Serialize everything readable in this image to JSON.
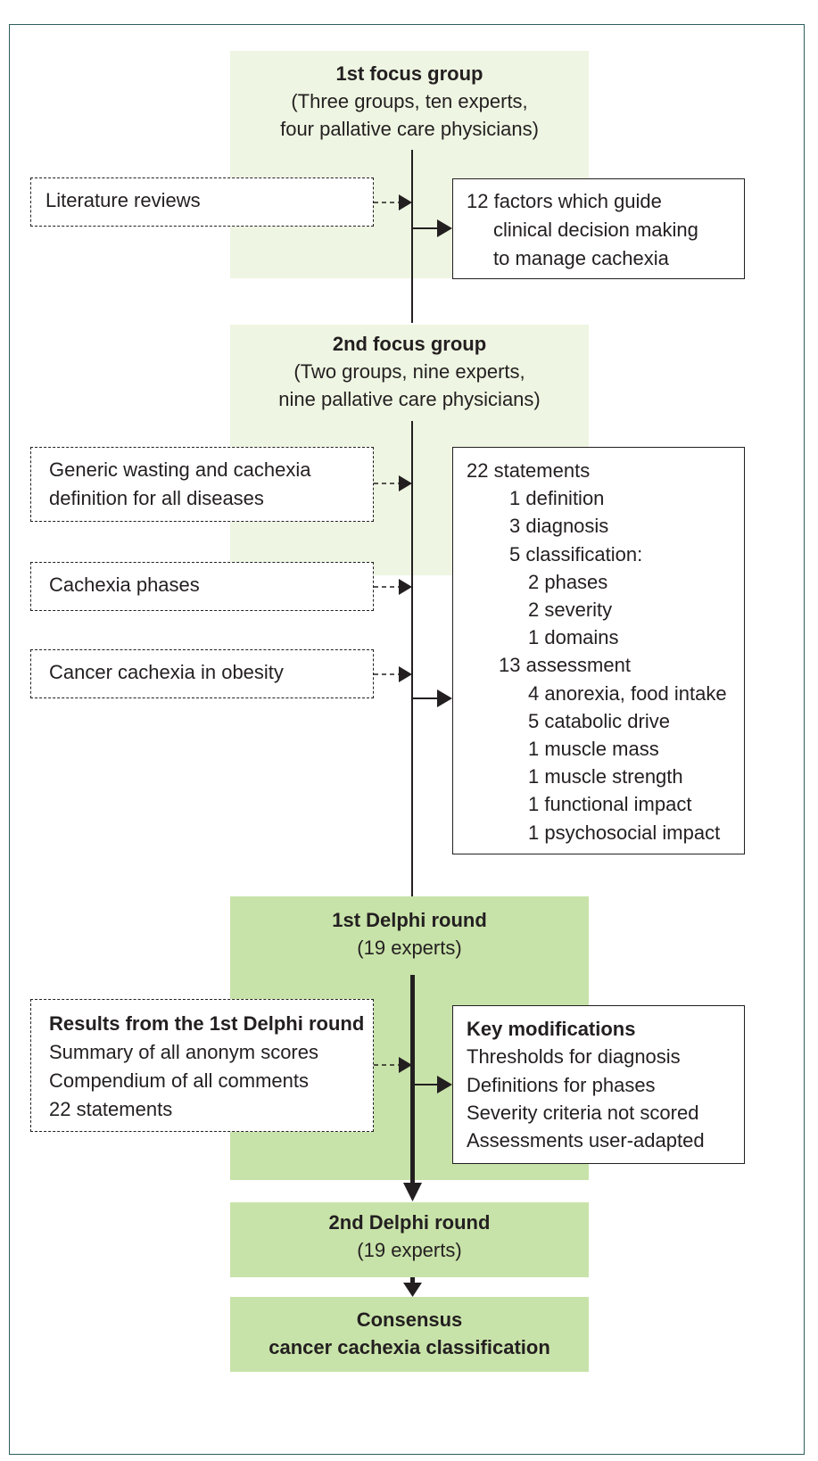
{
  "focus_group_1": {
    "title": "1st focus group",
    "subtitle_1": "(Three groups, ten experts,",
    "subtitle_2": "four pallative care physicians)"
  },
  "literature_reviews": "Literature reviews",
  "factors_box": {
    "line_1": "12 factors which guide",
    "line_2": "clinical decision making",
    "line_3": "to manage cachexia"
  },
  "focus_group_2": {
    "title": "2nd focus group",
    "subtitle_1": "(Two groups, nine experts,",
    "subtitle_2": "nine pallative care physicians)"
  },
  "inputs_2": {
    "generic_1": "Generic wasting and cachexia",
    "generic_2": "definition for all diseases",
    "phases": "Cachexia phases",
    "obesity": "Cancer cachexia in obesity"
  },
  "statements_box": {
    "heading": "22 statements",
    "items": [
      "1 definition",
      "3 diagnosis",
      "5 classification:",
      "2 phases",
      "2 severity",
      "1 domains",
      "13 assessment",
      "4 anorexia, food intake",
      "5 catabolic drive",
      "1 muscle mass",
      "1 muscle strength",
      "1 functional impact",
      "1 psychosocial impact"
    ]
  },
  "delphi_1": {
    "title": "1st Delphi round",
    "subtitle": "(19 experts)"
  },
  "results_box": {
    "heading": "Results from the 1st Delphi round",
    "line_1": "Summary of all anonym scores",
    "line_2": "Compendium of all comments",
    "line_3": "22 statements"
  },
  "modifications_box": {
    "heading": "Key modifications",
    "line_1": "Thresholds for diagnosis",
    "line_2": "Definitions for phases",
    "line_3": "Severity criteria not scored",
    "line_4": "Assessments user-adapted"
  },
  "delphi_2": {
    "title": "2nd Delphi round",
    "subtitle": "(19 experts)"
  },
  "consensus": {
    "line_1": "Consensus",
    "line_2": "cancer cachexia classification"
  }
}
